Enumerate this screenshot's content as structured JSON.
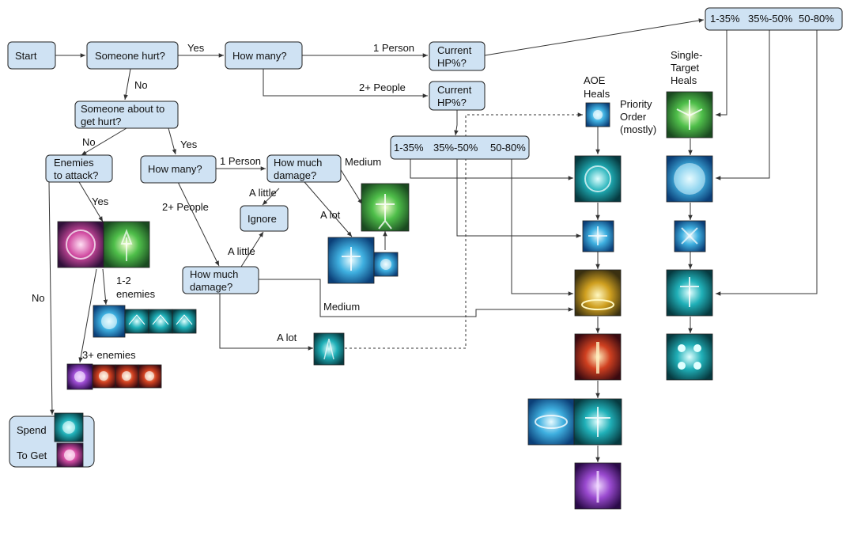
{
  "nodes": {
    "start": "Start",
    "someone_hurt": "Someone hurt?",
    "how_many_top": "How many?",
    "current_hp_1": [
      "Current",
      "HP%?"
    ],
    "current_hp_2": [
      "Current",
      "HP%?"
    ],
    "someone_about": [
      "Someone about to",
      "get hurt?"
    ],
    "enemies": [
      "Enemies",
      "to attack?"
    ],
    "how_many_mid": "How many?",
    "how_much_1": [
      "How much",
      "damage?"
    ],
    "ignore": "Ignore",
    "how_much_2": [
      "How much",
      "damage?"
    ],
    "hp_range_mid": [
      "1-35%",
      "35%-50%",
      "50-80%"
    ],
    "hp_range_top": [
      "1-35%",
      "35%-50%",
      "50-80%"
    ],
    "spend": [
      "Spend",
      "To Get"
    ]
  },
  "labels": {
    "yes_1": "Yes",
    "no_1": "No",
    "one_person_1": "1 Person",
    "two_plus_1": "2+ People",
    "no_2": "No",
    "yes_2": "Yes",
    "yes_3": "Yes",
    "no_3": "No",
    "one_person_2": "1 Person",
    "two_plus_2": "2+ People",
    "a_little_1": "A little",
    "a_lot_1": "A lot",
    "medium_1": "Medium",
    "a_little_2": "A little",
    "medium_2": "Medium",
    "a_lot_2": "A lot",
    "enemies_12": [
      "1-2",
      "enemies"
    ],
    "enemies_3plus": "3+ enemies",
    "aoe_heals": [
      "AOE",
      "Heals"
    ],
    "priority": [
      "Priority",
      "Order",
      "(mostly)"
    ],
    "single_target": [
      "Single-",
      "Target",
      "Heals"
    ]
  },
  "colors": {
    "node_fill": "#cfe2f3",
    "icon_colors": [
      "#1b6fb8",
      "#3fb0e0",
      "#b43ac8",
      "#e0a020",
      "#20a0a8",
      "#c03020",
      "#6a3aa8",
      "#2a8a40"
    ]
  }
}
